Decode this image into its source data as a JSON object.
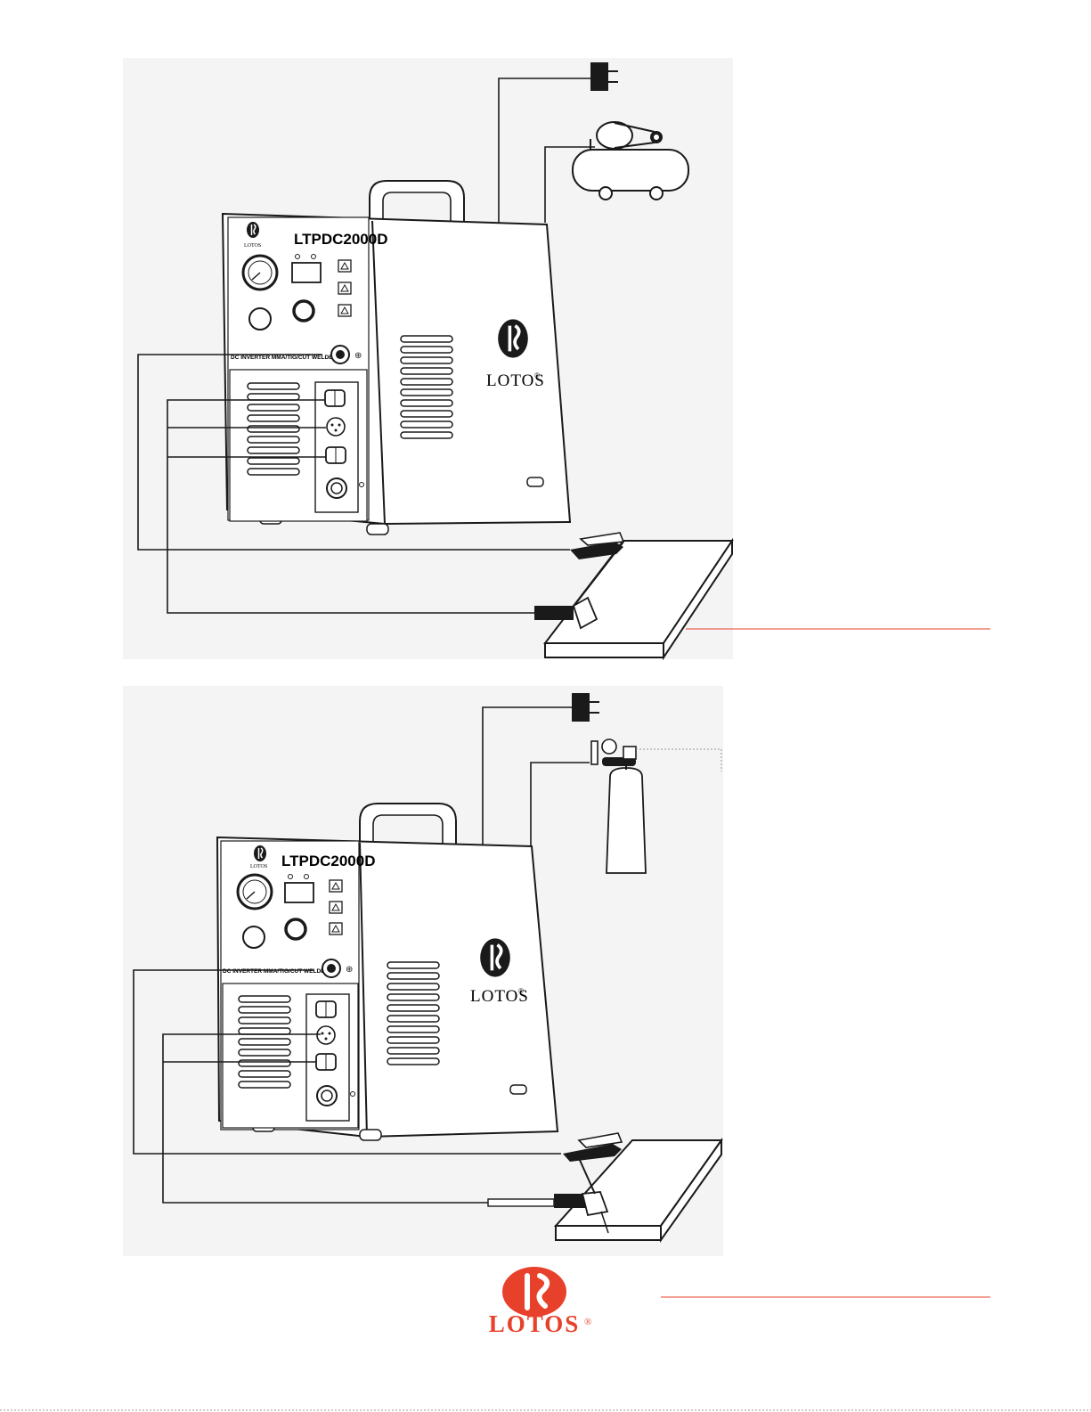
{
  "units": [
    {
      "model": "LTPDC2000D",
      "front_label": "DC INVERTER MMA/TIG/CUT WELDER",
      "brand_small": "LOTOS",
      "brand_big": "LOTOS"
    },
    {
      "model": "LTPDC2000D",
      "front_label": "DC INVERTER MMA/TIG/CUT WELDER",
      "brand_small": "LOTOS",
      "brand_big": "LOTOS"
    }
  ],
  "footer": {
    "brand": "LOTOS",
    "registered": "®"
  },
  "colors": {
    "accent": "#e8412b",
    "line": "#1a1a1a",
    "panel_bg": "#f4f4f4"
  },
  "icons": [
    "power-plug-icon",
    "air-compressor-icon",
    "gas-cylinder-icon",
    "ground-clamp-icon",
    "plasma-torch-icon",
    "tig-torch-icon",
    "lotos-logo-icon"
  ]
}
